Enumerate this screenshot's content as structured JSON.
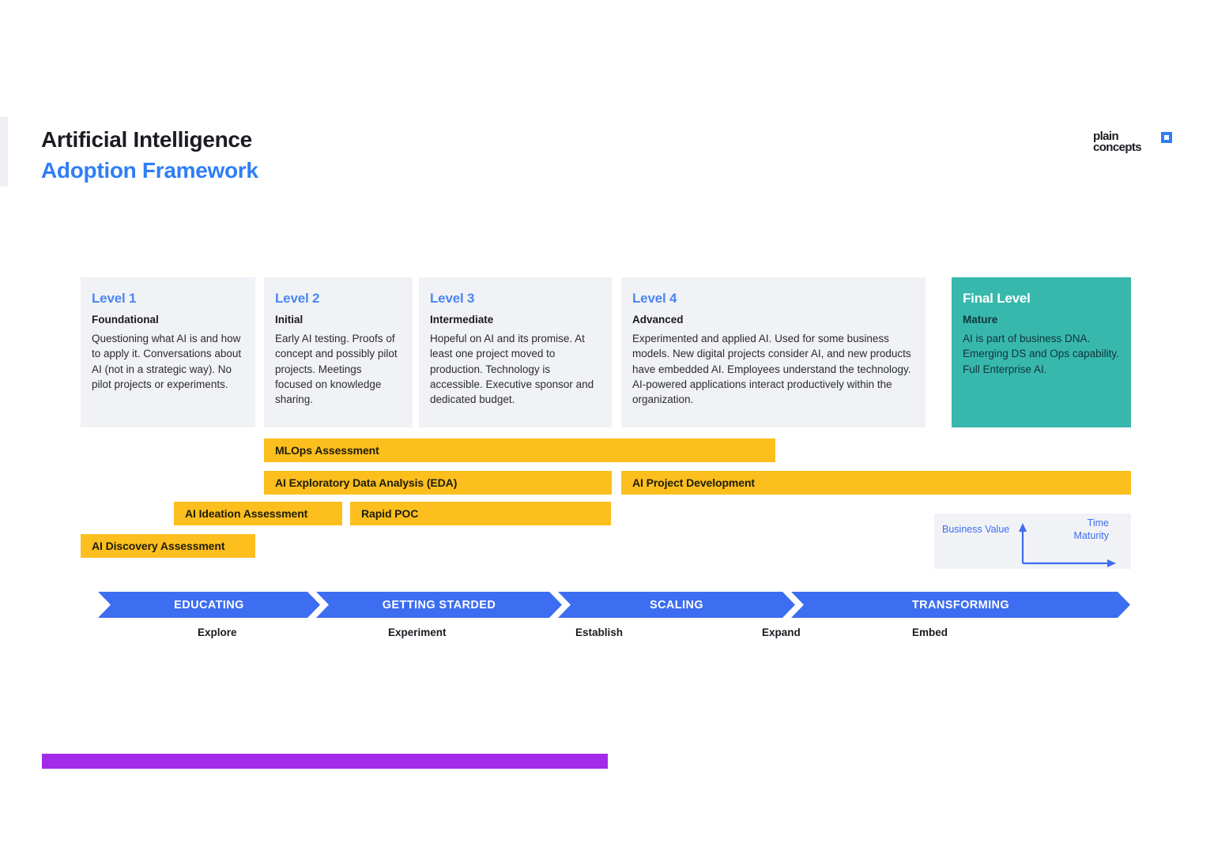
{
  "header": {
    "title_line_1": "Artificial Intelligence",
    "title_line_2": "Adoption Framework",
    "accent_color": "#edeff3"
  },
  "logo": {
    "line_1": "plain",
    "line_2": "concepts",
    "mark_color": "#2f7ef5"
  },
  "colors": {
    "level_blue": "#4a87f2",
    "card_gray": "#f1f2f6",
    "final_teal": "#38b8ad",
    "service_yellow": "#fcbf1e",
    "phase_blue": "#3d6df0",
    "accent_purple": "#a32ae8",
    "title_blue": "#2f7ef5"
  },
  "levels": [
    {
      "name": "Level 1",
      "stage": "Foundational",
      "description": "Questioning what AI is and how to apply it. Conversations about AI (not in a strategic way). No pilot projects or experiments."
    },
    {
      "name": "Level 2",
      "stage": "Initial",
      "description": "Early AI testing. Proofs of concept and possibly pilot projects. Meetings focused on knowledge sharing."
    },
    {
      "name": "Level 3",
      "stage": "Intermediate",
      "description": "Hopeful on AI and its promise. At least one project moved to production. Technology is accessible. Executive sponsor and dedicated budget."
    },
    {
      "name": "Level 4",
      "stage": "Advanced",
      "description": "Experimented and applied AI. Used for some business models. New digital projects consider AI, and new products have embedded AI. Employees understand the technology. AI-powered applications interact productively within the organization."
    },
    {
      "name": "Final Level",
      "stage": "Mature",
      "description": "AI is part of business DNA.\nEmerging DS and Ops capability.\nFull Enterprise AI."
    }
  ],
  "services": [
    {
      "label": "MLOps Assessment"
    },
    {
      "label": "AI Exploratory Data Analysis (EDA)"
    },
    {
      "label": "AI Project Development"
    },
    {
      "label": "AI Ideation Assessment"
    },
    {
      "label": "Rapid POC"
    },
    {
      "label": "AI Discovery Assessment"
    }
  ],
  "axis_legend": {
    "y_label": "Business Value",
    "x_label": "Time\nMaturity"
  },
  "phases": [
    {
      "label": "EDUCATING"
    },
    {
      "label": "GETTING STARDED"
    },
    {
      "label": "SCALING"
    },
    {
      "label": "TRANSFORMING"
    }
  ],
  "stages": [
    {
      "label": "Explore"
    },
    {
      "label": "Experiment"
    },
    {
      "label": "Establish"
    },
    {
      "label": "Expand"
    },
    {
      "label": "Embed"
    }
  ]
}
